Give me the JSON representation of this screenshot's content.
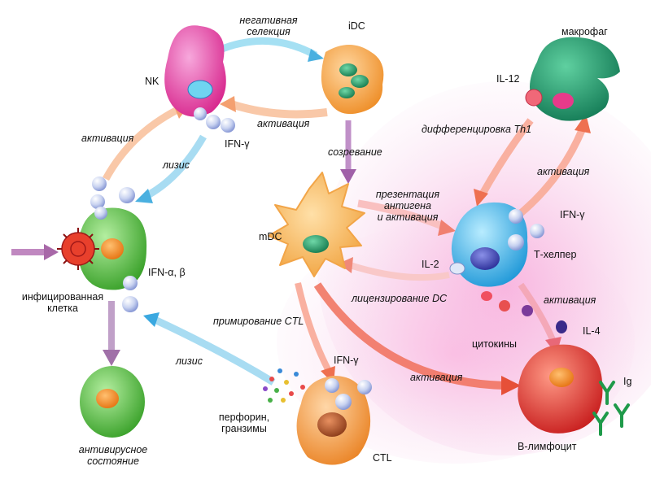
{
  "labels": {
    "nk": "NK",
    "idc": "iDC",
    "macrophage": "макрофаг",
    "negative_selection": "негативная\nселекция",
    "il12": "IL-12",
    "activation_nk_idc": "активация",
    "differentiation_th1": "дифференцировка Th1",
    "activation_left": "активация",
    "ifn_gamma_nk": "IFN-γ",
    "maturation": "созревание",
    "lysis_top": "лизис",
    "activation_mac": "активация",
    "antigen_presentation": "презентация\nантигена\nи активация",
    "mdc": "mDC",
    "ifn_gamma_th": "IFN-γ",
    "il2": "IL-2",
    "t_helper": "Т-хелпер",
    "ifn_alpha_beta": "IFN-α, β",
    "infected_cell": "инфицированная\nклетка",
    "dc_licensing": "лицензирование DC",
    "activation_b": "активация",
    "ctl_priming": "примирование CTL",
    "il4": "IL-4",
    "cytokines": "цитокины",
    "lysis_bottom": "лизис",
    "ifn_gamma_ctl": "IFN-γ",
    "activation_ctl_b": "активация",
    "ig": "Ig",
    "perforin": "перфорин,\nгранзимы",
    "antiviral_state": "антивирусное\nсостояние",
    "ctl": "CTL",
    "b_lymphocyte": "В-лимфоцит"
  },
  "colors": {
    "nk_cell": "#e83aa6",
    "idc_cell": "#f5a540",
    "macrophage_cell": "#1f9a6e",
    "mdc_cell": "#f7b24a",
    "t_helper_cell": "#3fb3e8",
    "infected_cell": "#52b83a",
    "antiviral_cell": "#46a835",
    "ctl_cell": "#f49a3a",
    "b_cell": "#e0312d",
    "nucleus_orange": "#f28b1e",
    "nucleus_green": "#1f8a5a",
    "nucleus_blue": "#3840b0",
    "arrow_orange": "#f4a070",
    "arrow_blue": "#4ab0e0",
    "arrow_purple": "#b070b0",
    "arrow_red": "#e65038",
    "bubble": "#b8c4ea",
    "background_pink": "#f6d8ee"
  },
  "icons": [
    "virus-icon",
    "receptor-bubble-icon",
    "antibody-icon",
    "granule-icon"
  ]
}
